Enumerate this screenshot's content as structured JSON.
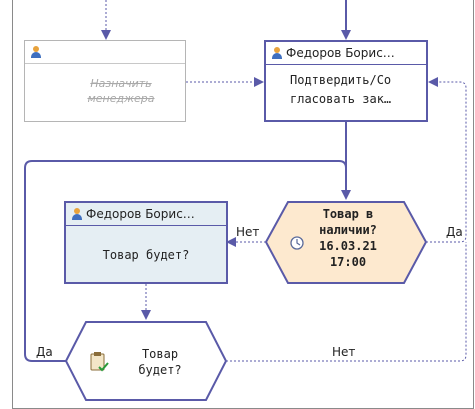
{
  "nodes": {
    "assign_manager": {
      "label_line1": "Назначить",
      "label_line2": "менеджера",
      "status_icon": "error-x-icon"
    },
    "approve_order": {
      "assignee": "Федоров Борис…",
      "label_line1": "Подтвердить/Со",
      "label_line2": "гласовать зак…"
    },
    "in_stock": {
      "label_line1": "Товар в",
      "label_line2": "наличии?",
      "date": "16.03.21",
      "time": "17:00"
    },
    "will_be_card": {
      "assignee": "Федоров Борис…",
      "label": "Товар будет?"
    },
    "will_be_decision": {
      "label_line1": "Товар",
      "label_line2": "будет?"
    }
  },
  "edges": {
    "in_stock_no": "Нет",
    "in_stock_yes": "Да",
    "will_be_yes": "Да",
    "will_be_no": "Нет"
  },
  "colors": {
    "border": "#5a5aa8",
    "diamond_fill": "#fde9cf",
    "card_blue": "#e5eef3",
    "error": "#d93a3a"
  }
}
